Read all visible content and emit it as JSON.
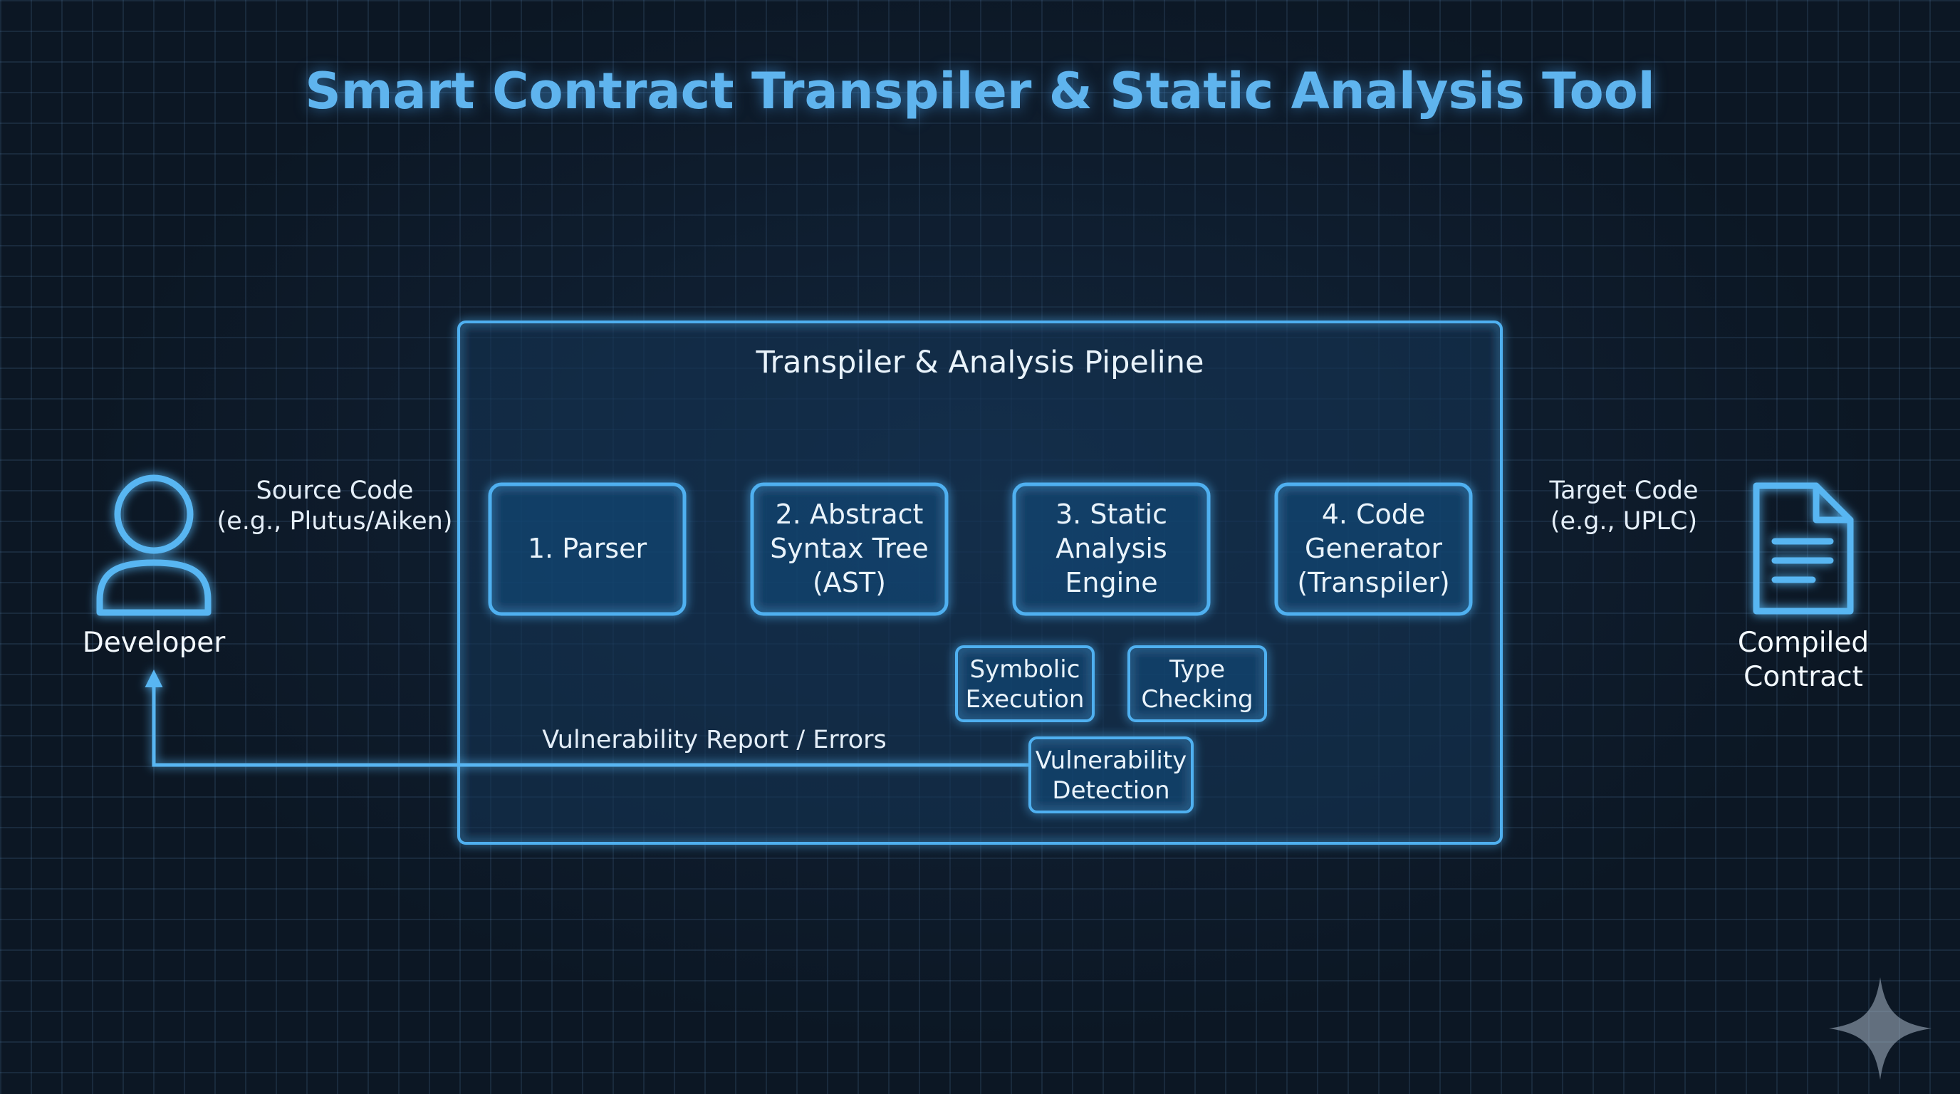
{
  "title": "Smart Contract Transpiler & Static Analysis Tool",
  "pipeline": {
    "label": "Transpiler & Analysis Pipeline",
    "stages": [
      {
        "lines": [
          "1. Parser"
        ]
      },
      {
        "lines": [
          "2. Abstract",
          "Syntax Tree",
          "(AST)"
        ]
      },
      {
        "lines": [
          "3. Static",
          "Analysis",
          "Engine"
        ]
      },
      {
        "lines": [
          "4. Code",
          "Generator",
          "(Transpiler)"
        ]
      }
    ],
    "submodules": {
      "symbolic": [
        "Symbolic",
        "Execution"
      ],
      "type": [
        "Type",
        "Checking"
      ],
      "vuln": [
        "Vulnerability",
        "Detection"
      ]
    }
  },
  "developer": {
    "label": "Developer",
    "icon": "person-icon"
  },
  "output": {
    "lines": [
      "Compiled",
      "Contract"
    ],
    "icon": "document-icon"
  },
  "flows": {
    "source": [
      "Source Code",
      "(e.g., Plutus/Aiken)"
    ],
    "target": [
      "Target Code",
      "(e.g., UPLC)"
    ],
    "report": "Vulnerability Report / Errors"
  },
  "colors": {
    "accent": "#4fb0f0",
    "title": "#5fb4ee",
    "background": "#0c1724",
    "text": "#e9f3fb"
  },
  "watermark": {
    "icon": "sparkle-icon"
  }
}
